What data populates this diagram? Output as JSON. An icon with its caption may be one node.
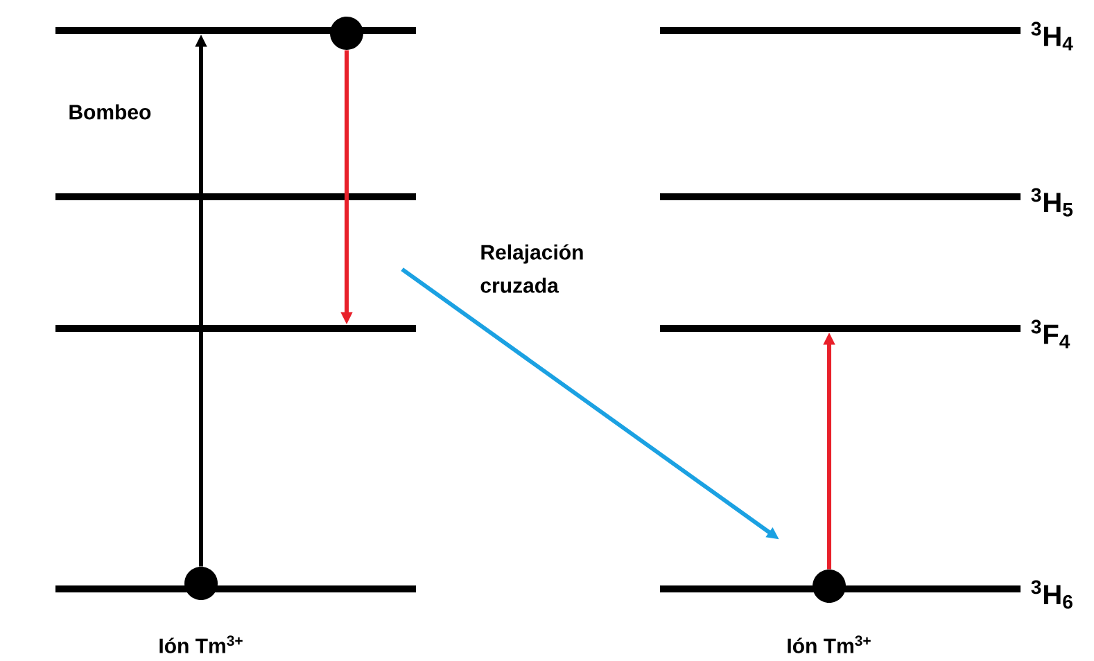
{
  "diagram": {
    "nodes": [
      {
        "text": [],
        "shape": "bar"
      },
      {
        "text": [],
        "shape": "bar"
      },
      {
        "text": [],
        "shape": "bar"
      },
      {
        "text": [],
        "shape": "bar"
      },
      {
        "text": [],
        "shape": "bar",
        "beside": [
          "$^{3}$H$_{4}$"
        ]
      },
      {
        "text": [],
        "shape": "bar",
        "beside": [
          "$^{3}$H$_{5}$"
        ]
      },
      {
        "text": [],
        "shape": "bar",
        "beside": [
          "$^{3}$F$_{4}$"
        ]
      },
      {
        "text": [],
        "shape": "bar",
        "beside": [
          "$^{3}$H$_{6}$"
        ]
      },
      {
        "text": [],
        "shape": "circle"
      },
      {
        "text": [],
        "shape": "circle"
      },
      {
        "text": [],
        "shape": "circle"
      }
    ],
    "edges": [
      {
        "from": 9,
        "to": 0,
        "arrow": "to",
        "color": "#000000",
        "label": "Bombeo"
      },
      {
        "from": 8,
        "to": 2,
        "arrow": "to",
        "color": "#e8202a"
      },
      {
        "from": null,
        "to": 7,
        "arrow": "to",
        "color": "#1ba1e2",
        "label": "Relajación cruzada"
      },
      {
        "from": 10,
        "to": 6,
        "arrow": "to",
        "color": "#e8202a"
      }
    ],
    "labels": [
      "Ión Tm$^{3+}$",
      "Ión Tm$^{3+}$"
    ]
  }
}
